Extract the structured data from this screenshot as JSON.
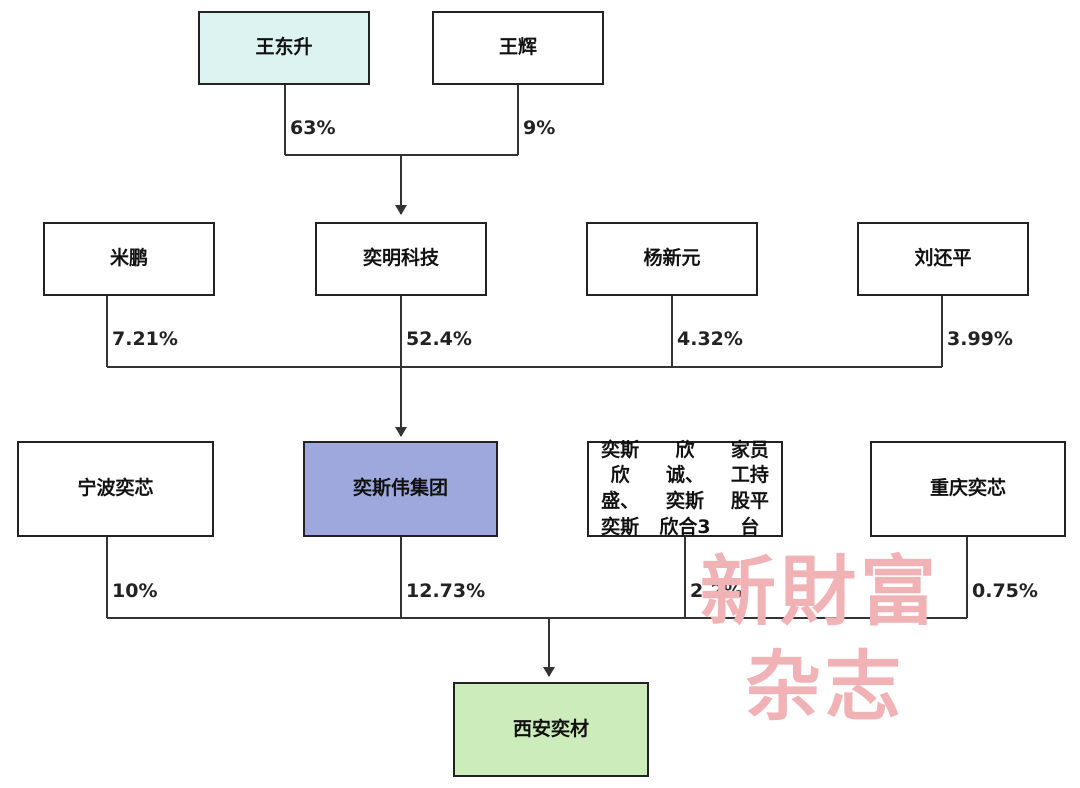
{
  "colors": {
    "wang_dongsheng": "#dcf3f2",
    "yisi_group": "#9fa8dd",
    "xian_yicai": "#cdecbb",
    "line": "#333333",
    "watermark": "#f1b2b6"
  },
  "nodes": {
    "wang_dongsheng": "王东升",
    "wang_hui": "王辉",
    "mi_peng": "米鹏",
    "yiming_tech": "奕明科技",
    "yang_xinyuan": "杨新元",
    "liu_huanping": "刘还平",
    "ningbo_yixin": "宁波奕芯",
    "yisi_group": "奕斯伟集团",
    "esop_line1": "奕斯欣盛、奕斯",
    "esop_line2": "欣诚、奕斯欣合3",
    "esop_line3": "家员工持股平台",
    "chongqing_yixin": "重庆奕芯",
    "xian_yicai": "西安奕材"
  },
  "edges": {
    "wang_dongsheng_pct": "63%",
    "wang_hui_pct": "9%",
    "mi_peng_pct": "7.21%",
    "yiming_tech_pct": "52.4%",
    "yang_xinyuan_pct": "4.32%",
    "liu_huanping_pct": "3.99%",
    "ningbo_yixin_pct": "10%",
    "yisi_group_pct": "12.73%",
    "esop_pct": "2.2%",
    "chongqing_yixin_pct": "0.75%"
  },
  "watermark": {
    "line1": "新財富",
    "line2": "杂志"
  }
}
